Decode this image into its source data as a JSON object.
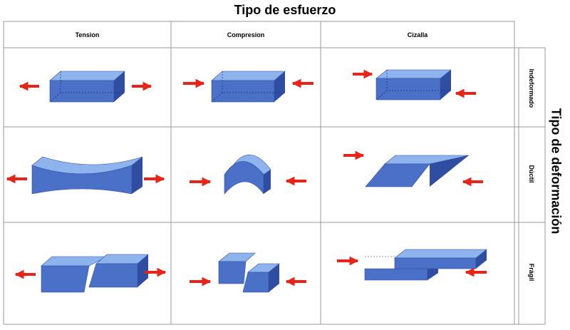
{
  "title": "Tipo de esfuerzo",
  "side_title": "Tipo de deformación",
  "columns": [
    "Tension",
    "Compresion",
    "Cizalla"
  ],
  "rows": [
    "Indeformado",
    "Dúctil",
    "Frágil"
  ],
  "colors": {
    "block_front": "#4a70c8",
    "block_top": "#8fb3ec",
    "block_side": "#2f4ea2",
    "arrow": "#e82418"
  }
}
